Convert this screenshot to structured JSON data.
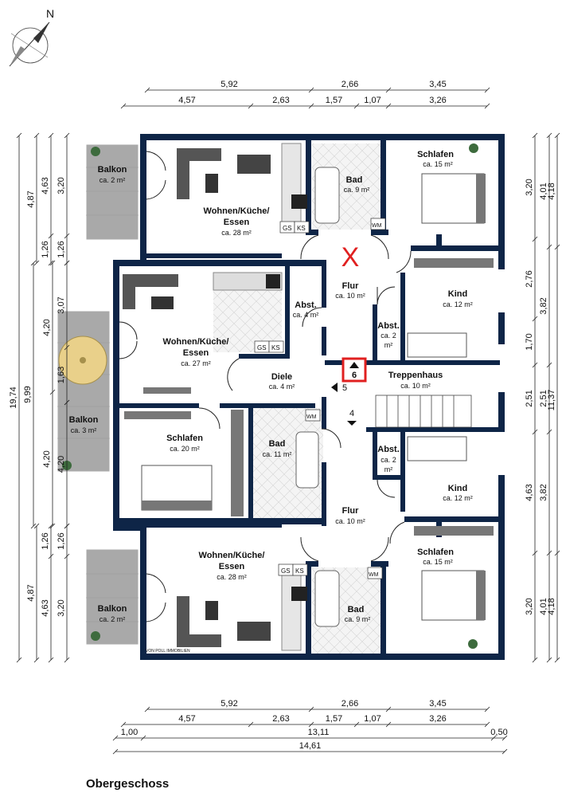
{
  "north_label": "N",
  "title": "Obergeschoss",
  "logo_text": "VON POLL IMMOBILIEN",
  "colors": {
    "wall": "#0e2547",
    "balcony": "#a9a9a9",
    "marker": "#e02020",
    "floor": "#ffffff",
    "tile": "#e6e6e6"
  },
  "rooms": {
    "balkon_top": {
      "name": "Balkon",
      "area": "ca. 2 m²"
    },
    "wohnen_top": {
      "name1": "Wohnen/Küche/",
      "name2": "Essen",
      "area": "ca. 28 m²"
    },
    "bad_top": {
      "name": "Bad",
      "area": "ca. 9 m²"
    },
    "schlafen_top": {
      "name": "Schlafen",
      "area": "ca. 15 m²"
    },
    "flur_top": {
      "name": "Flur",
      "area": "ca. 10 m²"
    },
    "kind_top": {
      "name": "Kind",
      "area": "ca. 12 m²"
    },
    "abst_top": {
      "name": "Abst.",
      "area": "ca. 2",
      "area2": "m²"
    },
    "abst_left": {
      "name": "Abst.",
      "area": "ca. 4 m²"
    },
    "wohnen_mid": {
      "name1": "Wohnen/Küche/",
      "name2": "Essen",
      "area": "ca. 27 m²"
    },
    "diele": {
      "name": "Diele",
      "area": "ca. 4 m²"
    },
    "treppenhaus": {
      "name": "Treppenhaus",
      "area": "ca. 10 m²"
    },
    "balkon_mid": {
      "name": "Balkon",
      "area": "ca. 3 m²"
    },
    "schlafen_mid": {
      "name": "Schlafen",
      "area": "ca. 20 m²"
    },
    "bad_mid": {
      "name": "Bad",
      "area": "ca. 11 m²"
    },
    "abst_bot": {
      "name": "Abst.",
      "area": "ca. 2",
      "area2": "m²"
    },
    "kind_bot": {
      "name": "Kind",
      "area": "ca. 12 m²"
    },
    "flur_bot": {
      "name": "Flur",
      "area": "ca. 10 m²"
    },
    "wohnen_bot": {
      "name1": "Wohnen/Küche/",
      "name2": "Essen",
      "area": "ca. 28 m²"
    },
    "schlafen_bot": {
      "name": "Schlafen",
      "area": "ca. 15 m²"
    },
    "bad_bot": {
      "name": "Bad",
      "area": "ca. 9 m²"
    },
    "balkon_bot": {
      "name": "Balkon",
      "area": "ca. 2 m²"
    }
  },
  "appliances": {
    "gs": "GS",
    "ks": "KS",
    "wm": "WM"
  },
  "markers": {
    "x": "X",
    "viewpoint": "6",
    "step4": "4",
    "step5": "5"
  },
  "dims": {
    "top_row1": [
      "5,92",
      "2,66",
      "3,45"
    ],
    "top_row2": [
      "4,57",
      "2,63",
      "1,57",
      "1,07",
      "3,26"
    ],
    "bottom_row1": [
      "5,92",
      "2,66",
      "3,45"
    ],
    "bottom_row2": [
      "4,57",
      "2,63",
      "1,57",
      "1,07",
      "3,26"
    ],
    "bottom_row3": [
      "1,00",
      "13,11",
      "0,50"
    ],
    "bottom_total": "14,61",
    "left_total": "19,74",
    "left_sub": "9,99",
    "left_col1": [
      "4,87",
      "4,20",
      "4,20",
      "4,87"
    ],
    "left_col2": [
      "4,63",
      "1,26",
      "4,20",
      "4,20",
      "1,26",
      "4,63"
    ],
    "left_col3": [
      "3,20",
      "1,26",
      "3,07",
      "1,63",
      "4,20",
      "1,26",
      "3,20"
    ],
    "right_col1": [
      "3,20",
      "2,76",
      "1,70",
      "2,51",
      "4,63",
      "3,20"
    ],
    "right_col2": [
      "4,01",
      "3,82",
      "2,51",
      "3,82",
      "4,01"
    ],
    "right_col3": [
      "4,18",
      "11,37",
      "4,18"
    ]
  }
}
